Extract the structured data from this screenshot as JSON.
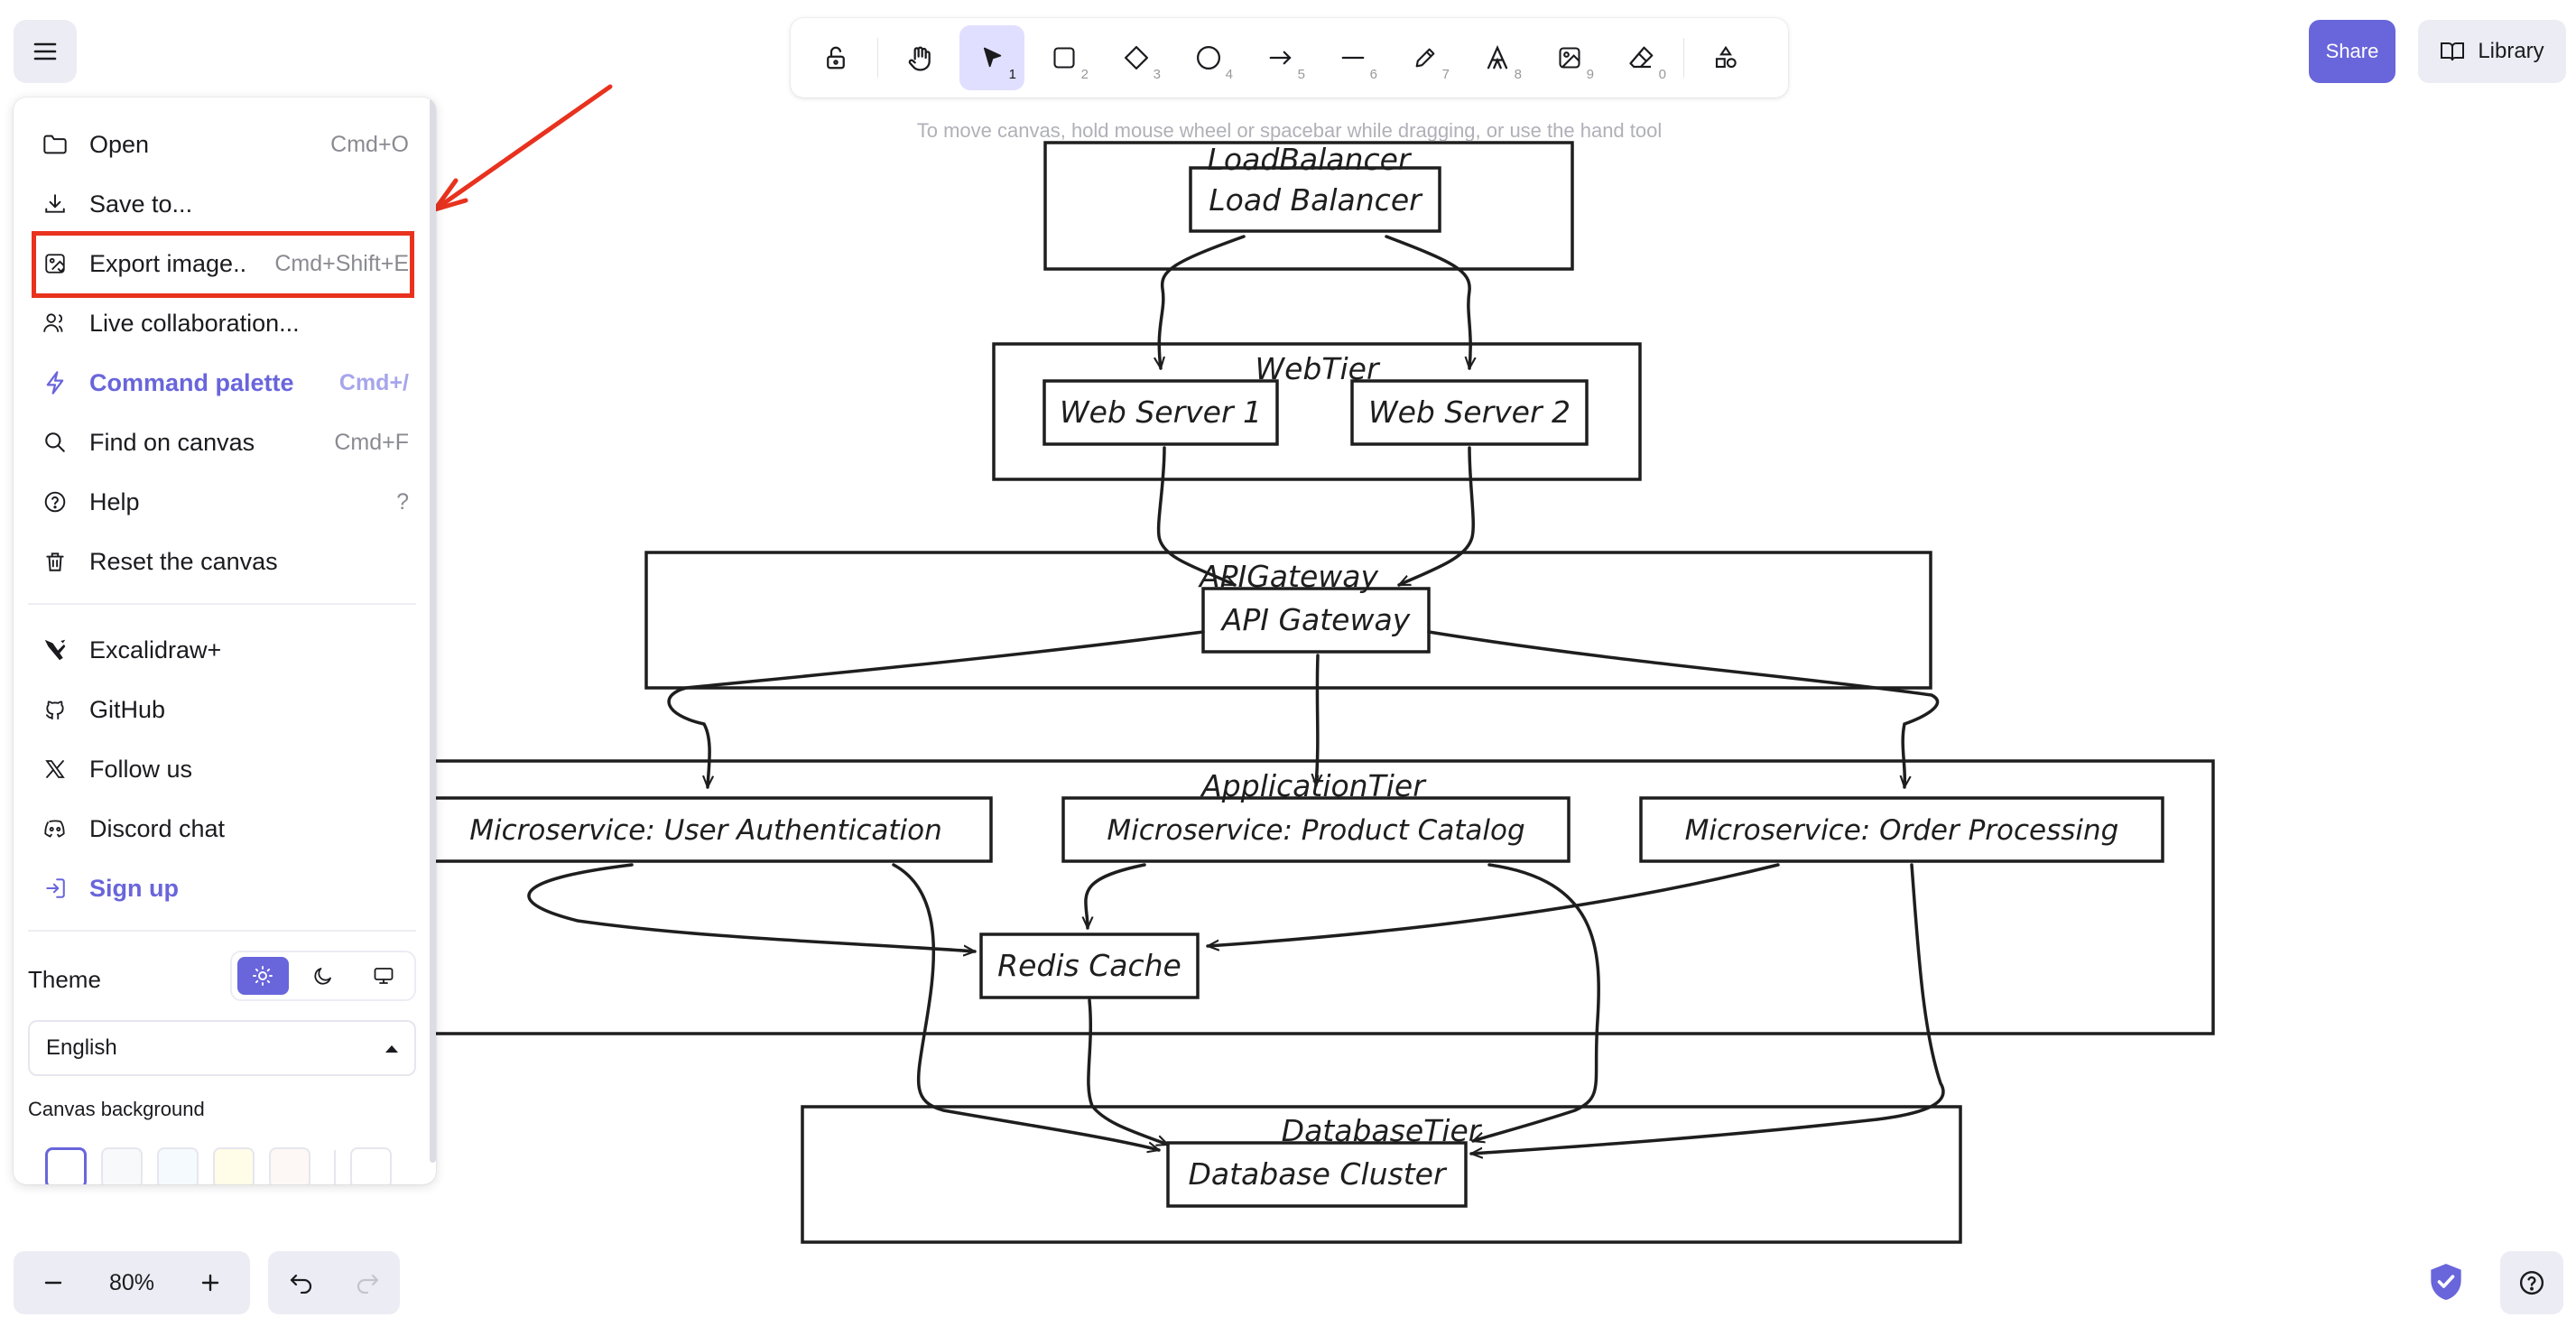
{
  "toolbar": {
    "hint": "To move canvas, hold mouse wheel or spacebar while dragging, or use the hand tool",
    "tools": [
      {
        "name": "lock-icon",
        "key": ""
      },
      {
        "name": "hand-icon",
        "key": ""
      },
      {
        "name": "selection-icon",
        "key": "1"
      },
      {
        "name": "rectangle-icon",
        "key": "2"
      },
      {
        "name": "diamond-icon",
        "key": "3"
      },
      {
        "name": "ellipse-icon",
        "key": "4"
      },
      {
        "name": "arrow-icon",
        "key": "5"
      },
      {
        "name": "line-icon",
        "key": "6"
      },
      {
        "name": "pencil-icon",
        "key": "7"
      },
      {
        "name": "text-icon",
        "key": "8"
      },
      {
        "name": "image-icon",
        "key": "9"
      },
      {
        "name": "eraser-icon",
        "key": "0"
      },
      {
        "name": "more-shapes-icon",
        "key": ""
      }
    ]
  },
  "top_right": {
    "share": "Share",
    "library": "Library"
  },
  "menu": {
    "items": [
      {
        "label": "Open",
        "shortcut": "Cmd+O",
        "icon": "folder-icon"
      },
      {
        "label": "Save to...",
        "shortcut": "",
        "icon": "download-icon"
      },
      {
        "label": "Export image..",
        "shortcut": "Cmd+Shift+E",
        "icon": "export-image-icon"
      },
      {
        "label": "Live collaboration...",
        "shortcut": "",
        "icon": "users-icon"
      },
      {
        "label": "Command palette",
        "shortcut": "Cmd+/",
        "icon": "bolt-icon"
      },
      {
        "label": "Find on canvas",
        "shortcut": "Cmd+F",
        "icon": "search-icon"
      },
      {
        "label": "Help",
        "shortcut": "?",
        "icon": "help-icon"
      },
      {
        "label": "Reset the canvas",
        "shortcut": "",
        "icon": "trash-icon"
      }
    ],
    "links": [
      {
        "label": "Excalidraw+",
        "icon": "excalidraw-plus-icon"
      },
      {
        "label": "GitHub",
        "icon": "github-icon"
      },
      {
        "label": "Follow us",
        "icon": "x-logo-icon"
      },
      {
        "label": "Discord chat",
        "icon": "discord-icon"
      },
      {
        "label": "Sign up",
        "icon": "sign-up-icon"
      }
    ],
    "theme_label": "Theme",
    "language": "English",
    "canvas_bg_label": "Canvas background",
    "bg_swatches": [
      "#ffffff",
      "#f8f9fa",
      "#f5faff",
      "#fffce8",
      "#fdf8f6"
    ],
    "accent_color": "#6965db",
    "highlight_color": "#e8321e"
  },
  "zoom": {
    "level": "80%"
  },
  "diagram": {
    "frames": [
      {
        "id": "lb",
        "label": "LoadBalancer"
      },
      {
        "id": "web",
        "label": "WebTier"
      },
      {
        "id": "api",
        "label": "APIGateway"
      },
      {
        "id": "app",
        "label": "ApplicationTier"
      },
      {
        "id": "db",
        "label": "DatabaseTier"
      }
    ],
    "nodes": [
      {
        "id": "load-balancer",
        "label": "Load Balancer"
      },
      {
        "id": "web-server-1",
        "label": "Web Server 1"
      },
      {
        "id": "web-server-2",
        "label": "Web Server 2"
      },
      {
        "id": "api-gateway",
        "label": "API Gateway"
      },
      {
        "id": "user-auth",
        "label": "Microservice: User Authentication"
      },
      {
        "id": "product-catalog",
        "label": "Microservice: Product Catalog"
      },
      {
        "id": "order-processing",
        "label": "Microservice: Order Processing"
      },
      {
        "id": "redis-cache",
        "label": "Redis Cache"
      },
      {
        "id": "database-cluster",
        "label": "Database Cluster"
      }
    ]
  }
}
